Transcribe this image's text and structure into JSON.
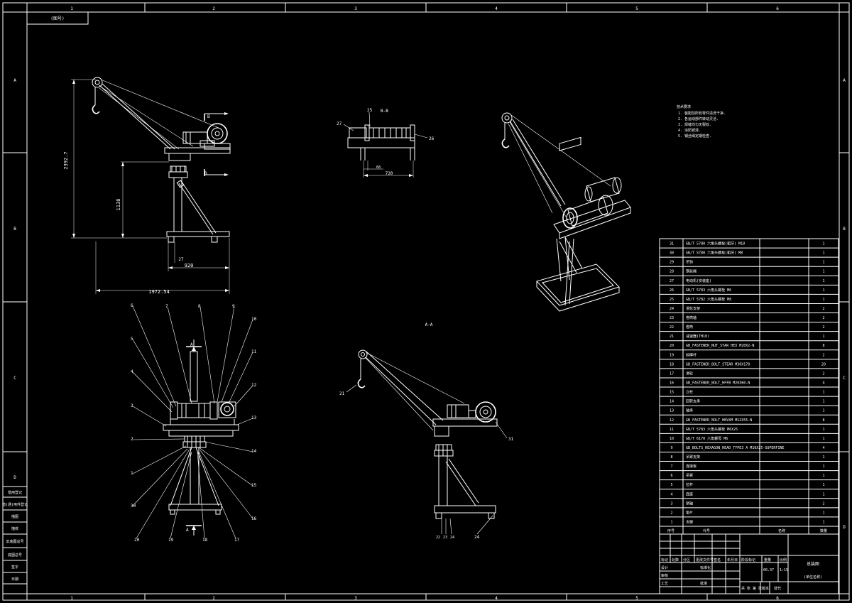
{
  "colors": {
    "background": "#000000",
    "lines": "#ffffff"
  },
  "border": {
    "top_numbers": [
      "1",
      "2",
      "3",
      "4",
      "5",
      "6"
    ],
    "bottom_numbers": [
      "1",
      "2",
      "3",
      "4",
      "5",
      "6"
    ],
    "left_letters": [
      "A",
      "B",
      "C",
      "D"
    ],
    "right_letters": [
      "A",
      "B",
      "C",
      "D"
    ]
  },
  "corner_label": "(图号)",
  "views": {
    "section_aa": "A-A",
    "section_bb": "B-B",
    "b_mark": "B",
    "a_mark": "A"
  },
  "dimensions": {
    "total_height": "2392.7",
    "column_height": "1138",
    "total_width": "1972.54",
    "base_width": "920",
    "base_offset": "27",
    "bb_width": "720",
    "bb_offset": "68"
  },
  "front_callouts": [
    "6",
    "7",
    "8",
    "9",
    "10",
    "5",
    "11",
    "4",
    "12",
    "3",
    "13",
    "2",
    "14",
    "1",
    "15",
    "30",
    "16",
    "20",
    "19",
    "18",
    "17"
  ],
  "bb_callouts": [
    "27",
    "25",
    "26"
  ],
  "side_callouts": [
    "21",
    "31",
    "22",
    "23",
    "24",
    "24"
  ],
  "notes": {
    "title": "技术要求",
    "lines": [
      "1. 装配前所有零件清洗干净.",
      "2. 各运动部件转动灵活.",
      "3. 焊缝均匀无裂纹.",
      "4. 涂防锈漆.",
      "5. 钢丝绳定期检查."
    ]
  },
  "bom": {
    "rows": [
      {
        "no": "31",
        "name": "GB/T 5780 六角头螺栓(粗牙) M10",
        "qty": "1"
      },
      {
        "no": "30",
        "name": "GB/T 5780 六角头螺栓(粗牙) M8",
        "qty": "1"
      },
      {
        "no": "29",
        "name": "吊钩",
        "qty": "1"
      },
      {
        "no": "28",
        "name": "钢丝绳",
        "qty": "1"
      },
      {
        "no": "27",
        "name": "电动机(安装座)",
        "qty": "1"
      },
      {
        "no": "26",
        "name": "GB/T 5783 六角头螺栓 M6",
        "qty": "1"
      },
      {
        "no": "25",
        "name": "GB/T 5782 六角头螺栓 M8",
        "qty": "1"
      },
      {
        "no": "24",
        "name": "滑轮支架",
        "qty": "2"
      },
      {
        "no": "23",
        "name": "卷筒轴",
        "qty": "2"
      },
      {
        "no": "22",
        "name": "卷筒",
        "qty": "2"
      },
      {
        "no": "21",
        "name": "减速器(TH10)",
        "qty": "1"
      },
      {
        "no": "20",
        "name": "GB_FASTENER_NUT_STAR HEX M20X2-N",
        "qty": "8"
      },
      {
        "no": "19",
        "name": "斜撑杆",
        "qty": "2"
      },
      {
        "no": "18",
        "name": "GB_FASTENER_BOLT_STEAR M30X170",
        "qty": "20"
      },
      {
        "no": "17",
        "name": "滑轮",
        "qty": "2"
      },
      {
        "no": "16",
        "name": "GB_FASTENER_BOLT_HFFB M20X60-N",
        "qty": "4"
      },
      {
        "no": "15",
        "name": "立柱",
        "qty": "1"
      },
      {
        "no": "14",
        "name": "回转支承",
        "qty": "1"
      },
      {
        "no": "13",
        "name": "轴承",
        "qty": "1"
      },
      {
        "no": "12",
        "name": "GB_FASTENER_BOLT_HBVXM M12X55-N",
        "qty": "8"
      },
      {
        "no": "11",
        "name": "GB/T 5783 六角头螺栓 M6X25",
        "qty": "1"
      },
      {
        "no": "10",
        "name": "GB/T 6170 六角螺母 M6",
        "qty": "1"
      },
      {
        "no": "9",
        "name": "GB_BOLTS_HEXAGON_HEAD_TYPE3 A M10X25-SUPERFINE",
        "qty": "4"
      },
      {
        "no": "8",
        "name": "吊臂支架",
        "qty": "1"
      },
      {
        "no": "7",
        "name": "连接板",
        "qty": "1"
      },
      {
        "no": "6",
        "name": "吊臂",
        "qty": "1"
      },
      {
        "no": "5",
        "name": "拉杆",
        "qty": "1"
      },
      {
        "no": "4",
        "name": "底座",
        "qty": "1"
      },
      {
        "no": "3",
        "name": "销轴",
        "qty": "2"
      },
      {
        "no": "2",
        "name": "垫片",
        "qty": "1"
      },
      {
        "no": "1",
        "name": "支腿",
        "qty": "1"
      }
    ],
    "header": {
      "no": "序号",
      "code": "代号",
      "name": "名称",
      "qty": "数量"
    }
  },
  "title_block": {
    "scale_label": "比例",
    "mass_label": "重量",
    "stage_label": "阶段标记",
    "scale_value": "1:15",
    "mass_value": "00.37",
    "drawing_name": "总装图",
    "company": "(单位名称)",
    "sheet_info": "共 张 第 张",
    "version": "版本",
    "replaced": "替代",
    "row_labels": [
      "标记",
      "设计",
      "审核",
      "工艺"
    ],
    "col_labels": [
      "处数",
      "分区",
      "更改文件号",
      "签名",
      "年月日"
    ],
    "extra": [
      "标准化",
      "批准"
    ]
  },
  "left_strip": [
    "借用登记",
    "借(通)用件登记",
    "描图",
    "描校",
    "旧底图总号",
    "底图总号",
    "签字",
    "日期"
  ]
}
